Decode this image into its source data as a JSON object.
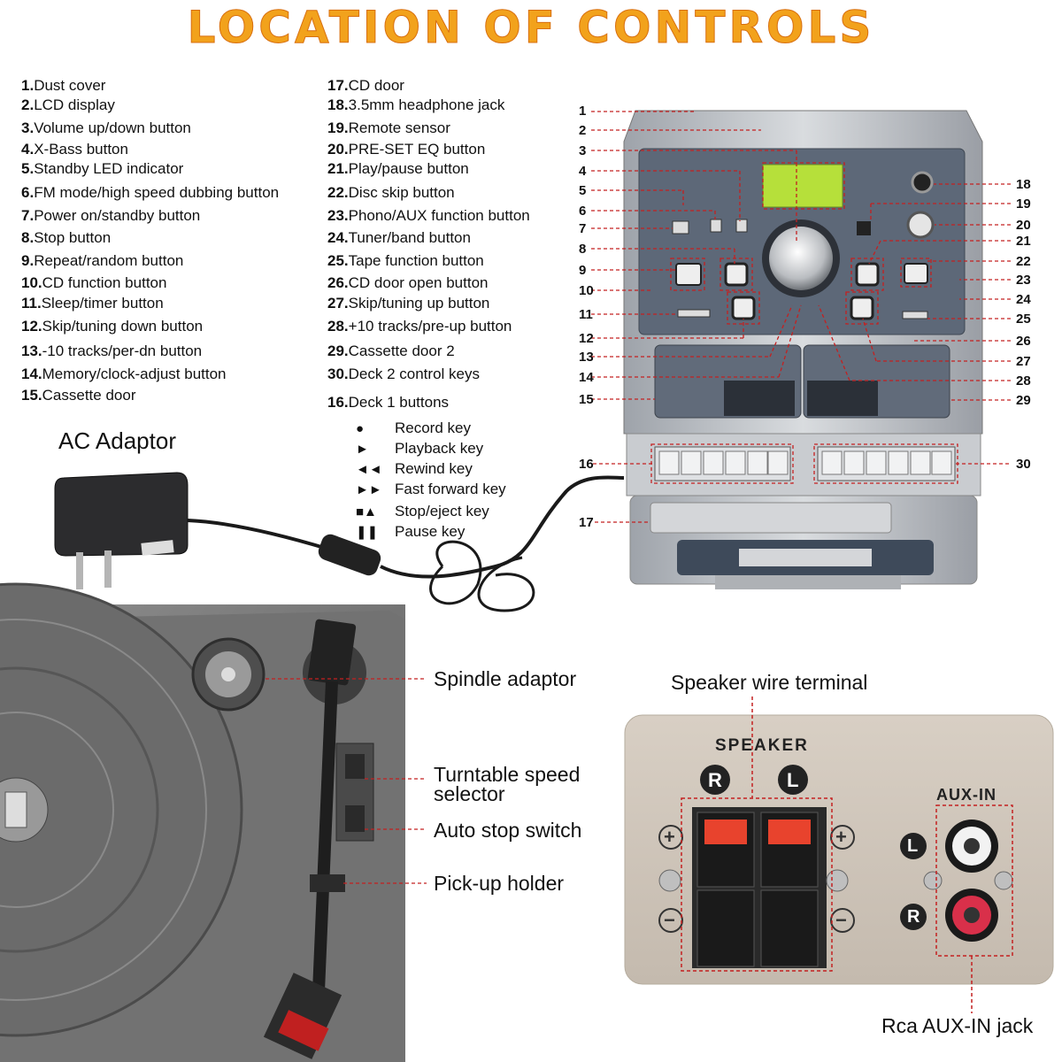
{
  "title": "LOCATION OF CONTROLS",
  "legend_left": [
    {
      "num": "1.",
      "text": "Dust cover"
    },
    {
      "num": "2.",
      "text": "LCD display"
    },
    {
      "num": "3.",
      "text": "Volume up/down button"
    },
    {
      "num": "4.",
      "text": "X-Bass button"
    },
    {
      "num": "5.",
      "text": "Standby LED indicator"
    },
    {
      "num": "6.",
      "text": "FM mode/high speed dubbing button"
    },
    {
      "num": "7.",
      "text": "Power on/standby button"
    },
    {
      "num": "8.",
      "text": "Stop button"
    },
    {
      "num": "9.",
      "text": "Repeat/random button"
    },
    {
      "num": "10.",
      "text": "CD function button"
    },
    {
      "num": "11.",
      "text": "Sleep/timer button"
    },
    {
      "num": "12.",
      "text": "Skip/tuning down button"
    },
    {
      "num": "13.",
      "text": "-10 tracks/per-dn button"
    },
    {
      "num": "14.",
      "text": "Memory/clock-adjust button"
    },
    {
      "num": "15.",
      "text": "Cassette door"
    }
  ],
  "legend_right": [
    {
      "num": "17.",
      "text": "CD door"
    },
    {
      "num": "18.",
      "text": "3.5mm headphone jack"
    },
    {
      "num": "19.",
      "text": "Remote sensor"
    },
    {
      "num": "20.",
      "text": "PRE-SET EQ button"
    },
    {
      "num": "21.",
      "text": "Play/pause button"
    },
    {
      "num": "22.",
      "text": "Disc skip button"
    },
    {
      "num": "23.",
      "text": "Phono/AUX function button"
    },
    {
      "num": "24.",
      "text": "Tuner/band button"
    },
    {
      "num": "25.",
      "text": "Tape function button"
    },
    {
      "num": "26.",
      "text": "CD door open button"
    },
    {
      "num": "27.",
      "text": "Skip/tuning up button"
    },
    {
      "num": "28.",
      "text": "+10 tracks/pre-up button"
    },
    {
      "num": "29.",
      "text": "Cassette door 2"
    },
    {
      "num": "30.",
      "text": "Deck 2 control keys"
    },
    {
      "num": "16.",
      "text": "Deck 1 buttons"
    }
  ],
  "deck_keys": [
    {
      "icon": "record-icon",
      "sym": "●",
      "text": "Record key"
    },
    {
      "icon": "play-icon",
      "sym": "►",
      "text": "Playback key"
    },
    {
      "icon": "rewind-icon",
      "sym": "◄◄",
      "text": "Rewind key"
    },
    {
      "icon": "fast-forward-icon",
      "sym": "►►",
      "text": "Fast forward key"
    },
    {
      "icon": "stop-eject-icon",
      "sym": "■▲",
      "text": "Stop/eject key"
    },
    {
      "icon": "pause-icon",
      "sym": "❚❚",
      "text": "Pause key"
    }
  ],
  "ac_adaptor": "AC Adaptor",
  "unit_labels_left": [
    "1",
    "2",
    "3",
    "4",
    "5",
    "6",
    "7",
    "8",
    "9",
    "10",
    "11",
    "12",
    "13",
    "14",
    "15",
    "16",
    "17"
  ],
  "unit_labels_right": [
    "18",
    "19",
    "20",
    "21",
    "22",
    "23",
    "24",
    "25",
    "26",
    "27",
    "28",
    "29",
    "30"
  ],
  "turntable": {
    "spindle": "Spindle adaptor",
    "speed": "Turntable speed selector",
    "auto_stop": "Auto stop switch",
    "pickup": "Pick-up holder"
  },
  "rear_panel": {
    "speaker_wire": "Speaker wire terminal",
    "speaker": "SPEAKER",
    "r": "R",
    "l": "L",
    "aux_in": "AUX-IN",
    "rca": "Rca AUX-IN jack",
    "plus": "+",
    "minus": "−"
  },
  "colors": {
    "title": "#f2a21c",
    "callout_line": "#c42020",
    "lcd": "#b6e03a"
  }
}
